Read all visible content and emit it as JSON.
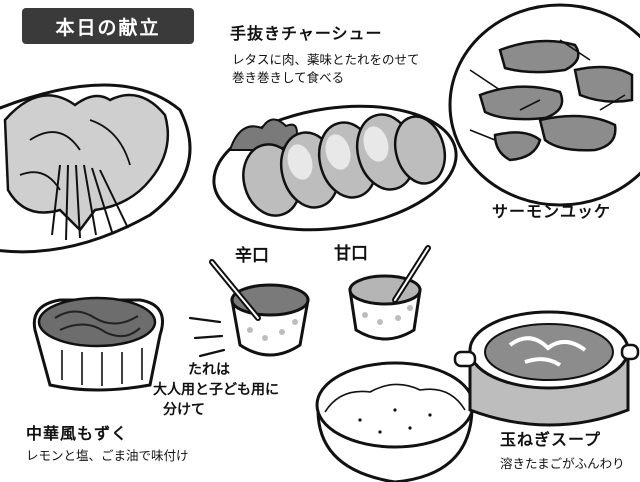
{
  "header": {
    "title": "本日の献立"
  },
  "dishes": {
    "chashu": {
      "name": "手抜きチャーシュー",
      "desc_line1": "レタスに肉、薬味とたれをのせて",
      "desc_line2": "巻き巻きして食べる"
    },
    "salmon": {
      "name": "サーモンユッケ"
    },
    "mozuku": {
      "name": "中華風もずく",
      "desc": "レモンと塩、ごま油で味付け"
    },
    "soup": {
      "name": "玉ねぎスープ",
      "desc": "溶きたまごがふんわり"
    }
  },
  "sauce": {
    "spicy_label": "辛口",
    "sweet_label": "甘口",
    "note_line1": "たれは",
    "note_line2": "大人用と子ども用に",
    "note_line3": "分けて"
  },
  "colors": {
    "badge_bg": "#3a3a3a",
    "ink": "#111111",
    "fill_gray": "#8c8c8c",
    "light_gray": "#d6d6d6"
  }
}
